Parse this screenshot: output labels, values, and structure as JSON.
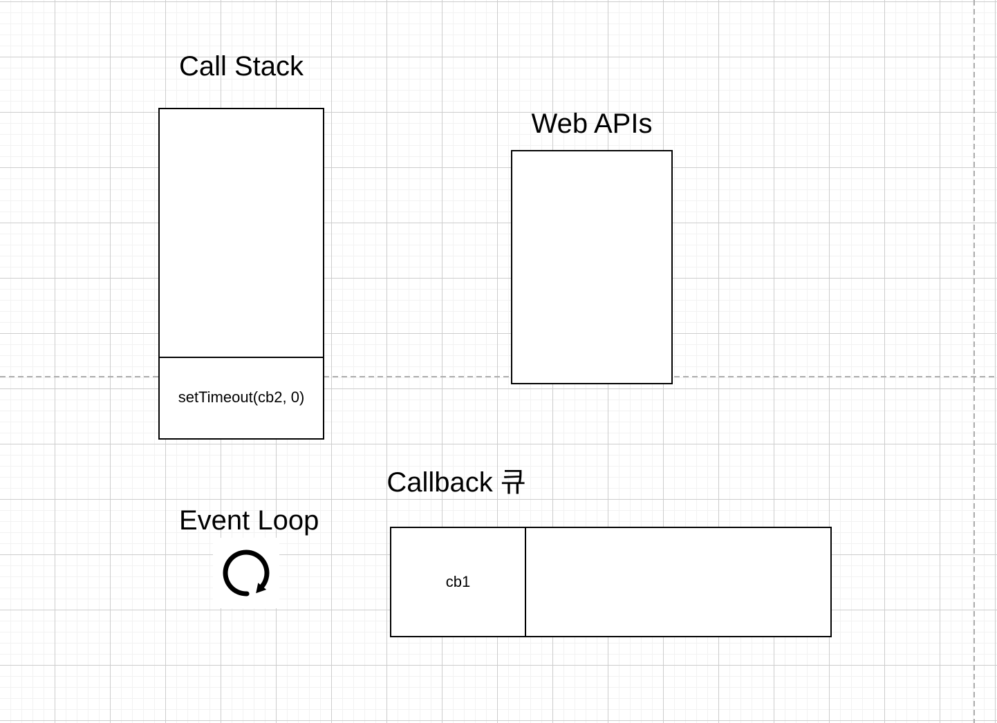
{
  "diagram": {
    "call_stack": {
      "title": "Call Stack",
      "frames": [
        "setTimeout(cb2, 0)"
      ]
    },
    "web_apis": {
      "title": "Web APIs",
      "items": []
    },
    "callback_queue": {
      "title": "Callback 큐",
      "items": [
        "cb1"
      ]
    },
    "event_loop": {
      "title": "Event Loop",
      "icon": "clockwise-loop-arrow"
    }
  },
  "colors": {
    "shape_border": "#000000",
    "shape_fill": "#ffffff",
    "text": "#000000",
    "grid_minor": "#f2f2f2",
    "grid_major": "#cccccc",
    "page_boundary": "#adadad"
  }
}
